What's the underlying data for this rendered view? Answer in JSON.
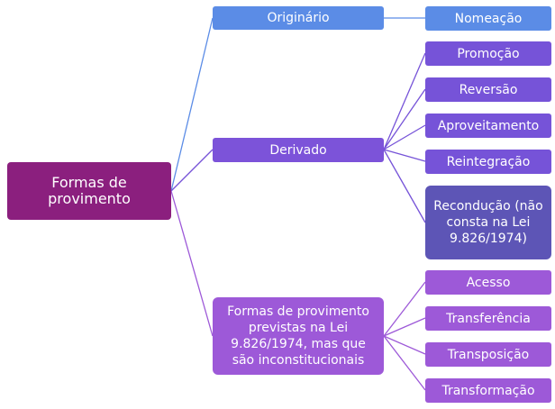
{
  "root": {
    "label": "Formas de provimento",
    "color": "#8b1f7e"
  },
  "branches": {
    "originario": {
      "label": "Originário",
      "color": "#5b8ce6",
      "children": [
        "Nomeação"
      ]
    },
    "derivado": {
      "label": "Derivado",
      "color": "#7653d8",
      "children": [
        "Promoção",
        "Reversão",
        "Aproveitamento",
        "Reintegração",
        "Recondução (não consta na Lei 9.826/1974)"
      ]
    },
    "inconstitucionais": {
      "label": "Formas de provimento previstas na Lei 9.826/1974, mas que são inconstitucionais",
      "color": "#9d59d8",
      "children": [
        "Acesso",
        "Transferência",
        "Transposição",
        "Transformação"
      ]
    }
  }
}
